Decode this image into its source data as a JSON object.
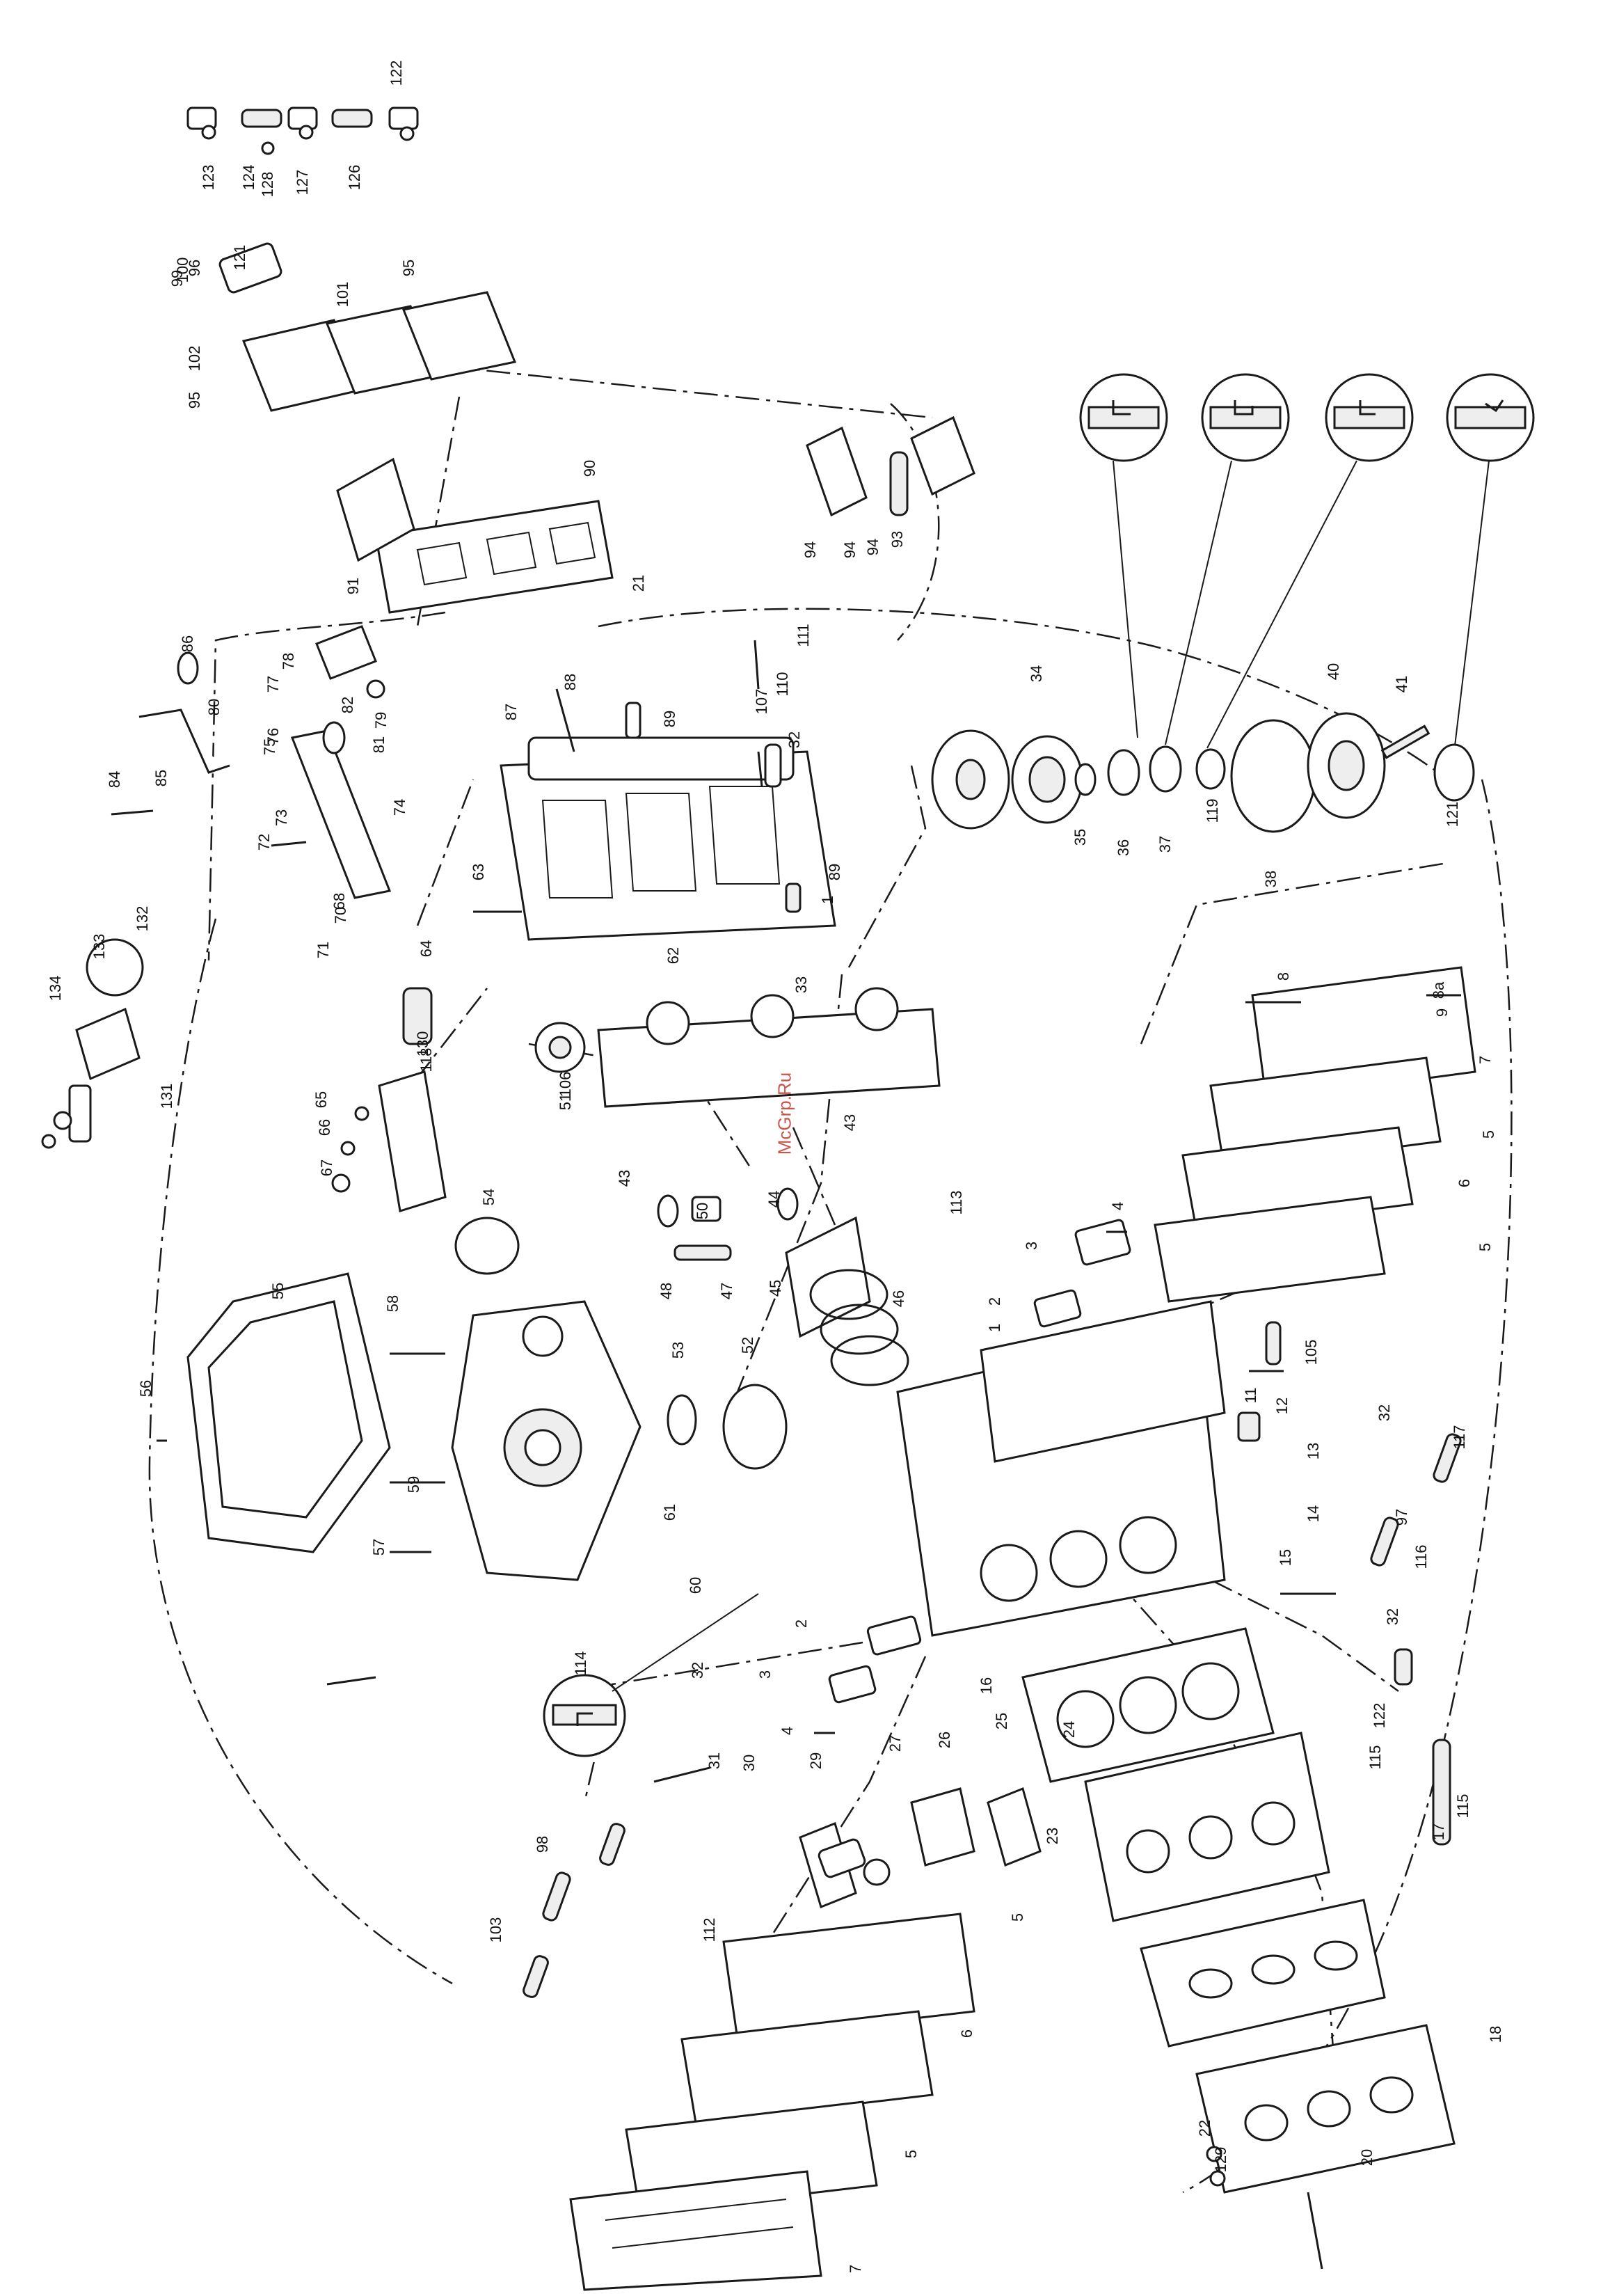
{
  "watermark": "McGrp.Ru",
  "callouts": [
    "1",
    "1",
    "2",
    "2",
    "3",
    "3",
    "4",
    "4",
    "5",
    "5",
    "5",
    "5",
    "6",
    "6",
    "7",
    "7",
    "8",
    "8a",
    "9",
    "11",
    "12",
    "13",
    "14",
    "15",
    "16",
    "17",
    "18",
    "20",
    "21",
    "22",
    "23",
    "24",
    "25",
    "26",
    "27",
    "29",
    "30",
    "31",
    "32",
    "32",
    "32",
    "32",
    "33",
    "34",
    "35",
    "36",
    "37",
    "38",
    "40",
    "41",
    "43",
    "43",
    "44",
    "45",
    "46",
    "47",
    "48",
    "50",
    "51",
    "52",
    "53",
    "54",
    "55",
    "56",
    "57",
    "58",
    "59",
    "60",
    "61",
    "62",
    "63",
    "64",
    "65",
    "66",
    "67",
    "68",
    "70",
    "71",
    "72",
    "73",
    "74",
    "75",
    "76",
    "77",
    "78",
    "79",
    "80",
    "81",
    "82",
    "84",
    "85",
    "86",
    "87",
    "88",
    "89",
    "89",
    "90",
    "91",
    "93",
    "94",
    "94",
    "94",
    "95",
    "95",
    "96",
    "97",
    "98",
    "99",
    "100",
    "101",
    "102",
    "103",
    "105",
    "106",
    "107",
    "110",
    "111",
    "112",
    "113",
    "114",
    "115",
    "115",
    "116",
    "117",
    "118",
    "119",
    "121",
    "121",
    "122",
    "122",
    "123",
    "124",
    "126",
    "127",
    "128",
    "129",
    "130",
    "131",
    "132",
    "133",
    "134"
  ]
}
